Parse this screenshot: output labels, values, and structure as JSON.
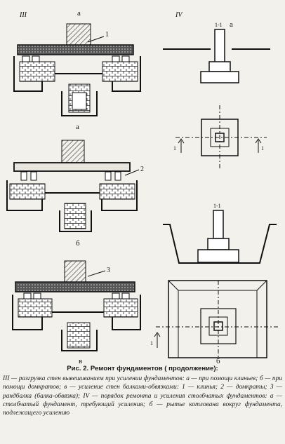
{
  "labels": {
    "roman_III": "III",
    "roman_IV": "IV",
    "a_top": "а",
    "a_left": "а",
    "b_left": "б",
    "v_left": "в",
    "a_right": "а",
    "b_right": "б",
    "callout_1": "1",
    "callout_2": "2",
    "callout_3": "3",
    "section_top": "1-1",
    "section_mid": "1-1",
    "cut_left_1": "1",
    "cut_right_1": "1",
    "cut_left_2": "1"
  },
  "caption": {
    "title": "Рис. 2. Ремонт фундаментов ( продолжение):",
    "body": "III — разгрузка стен вывешиванием при усилении фундаментов: а — при помощи клиньев; б — при помощи домкратов; в — усиление стен балками-обвязками: 1 — клинья; 2 — домкраты; 3 — рандбалка (балка-обвязка); IV — порядок ремонта и усиления столбчатых фундаментов: а — столбчатый фундамент, требующий усиления; б — рытье котлована вокруг фундамента, подлежащего усилению"
  }
}
